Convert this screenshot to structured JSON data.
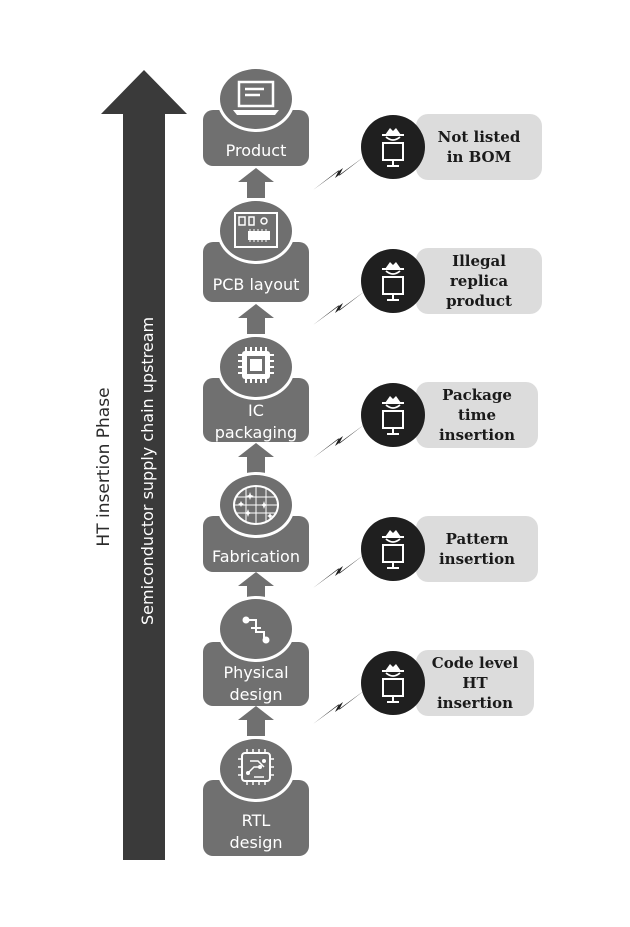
{
  "axis": {
    "phase_label": "HT insertion Phase",
    "supply_chain_label": "Semiconductor supply chain upstream"
  },
  "stages": [
    {
      "lines": [
        "Product"
      ],
      "icon": "laptop-icon"
    },
    {
      "lines": [
        "PCB layout"
      ],
      "icon": "circuit-board-icon"
    },
    {
      "lines": [
        "IC",
        "packaging"
      ],
      "icon": "chip-package-icon"
    },
    {
      "lines": [
        "Fabrication"
      ],
      "icon": "wafer-icon"
    },
    {
      "lines": [
        "Physical",
        "design"
      ],
      "icon": "routing-icon"
    },
    {
      "lines": [
        "RTL",
        "design"
      ],
      "icon": "processor-circuit-icon"
    }
  ],
  "insertions": [
    {
      "lines": [
        "Not listed",
        "in BOM"
      ],
      "icon": "attacker-icon"
    },
    {
      "lines": [
        "Illegal",
        "replica",
        "product"
      ],
      "icon": "attacker-icon"
    },
    {
      "lines": [
        "Package",
        "time",
        "insertion"
      ],
      "icon": "attacker-icon"
    },
    {
      "lines": [
        "Pattern",
        "insertion"
      ],
      "icon": "attacker-icon"
    },
    {
      "lines": [
        "Code level",
        "HT",
        "insertion"
      ],
      "icon": "attacker-icon"
    }
  ],
  "colors": {
    "arrow": "#3a3a3a",
    "stage": "#707070",
    "attacker": "#1f1f1f",
    "callout": "#dcdcdc"
  }
}
